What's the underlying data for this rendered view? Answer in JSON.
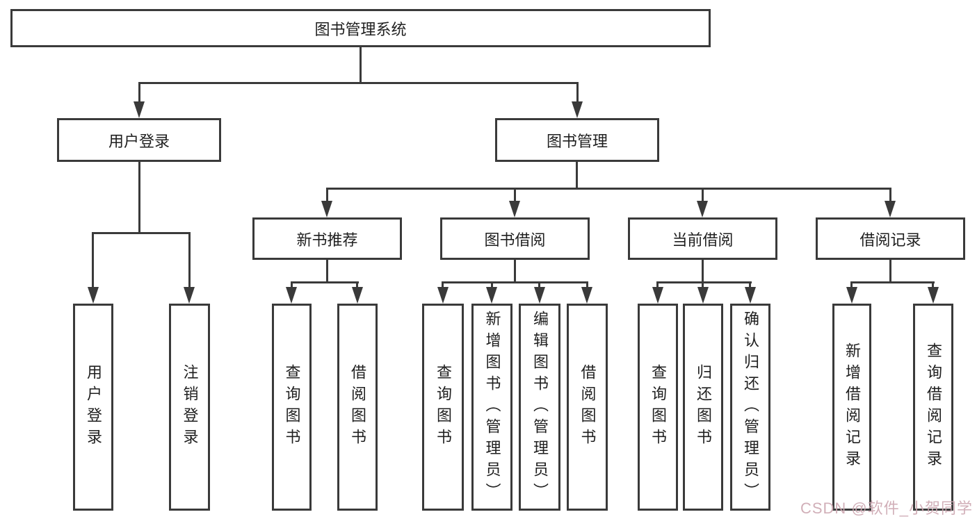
{
  "diagram": {
    "root": {
      "label": "图书管理系统",
      "children": [
        {
          "label": "用户登录",
          "children": [
            {
              "label": "用户登录"
            },
            {
              "label": "注销登录"
            }
          ]
        },
        {
          "label": "图书管理",
          "children": [
            {
              "label": "新书推荐",
              "children": [
                {
                  "label": "查询图书"
                },
                {
                  "label": "借阅图书"
                }
              ]
            },
            {
              "label": "图书借阅",
              "children": [
                {
                  "label": "查询图书"
                },
                {
                  "label": "新增图书（管理员）"
                },
                {
                  "label": "编辑图书（管理员）"
                },
                {
                  "label": "借阅图书"
                }
              ]
            },
            {
              "label": "当前借阅",
              "children": [
                {
                  "label": "查询图书"
                },
                {
                  "label": "归还图书"
                },
                {
                  "label": "确认归还（管理员）"
                }
              ]
            },
            {
              "label": "借阅记录",
              "children": [
                {
                  "label": "新增借阅记录"
                },
                {
                  "label": "查询借阅记录"
                }
              ]
            }
          ]
        }
      ]
    }
  },
  "watermark": {
    "text": "CSDN @软件_小贺同学",
    "color": "#cca6b0"
  },
  "colors": {
    "line": "#3a3a3a",
    "box_border": "#3a3a3a",
    "text": "#1f1f1f",
    "background": "#ffffff"
  }
}
